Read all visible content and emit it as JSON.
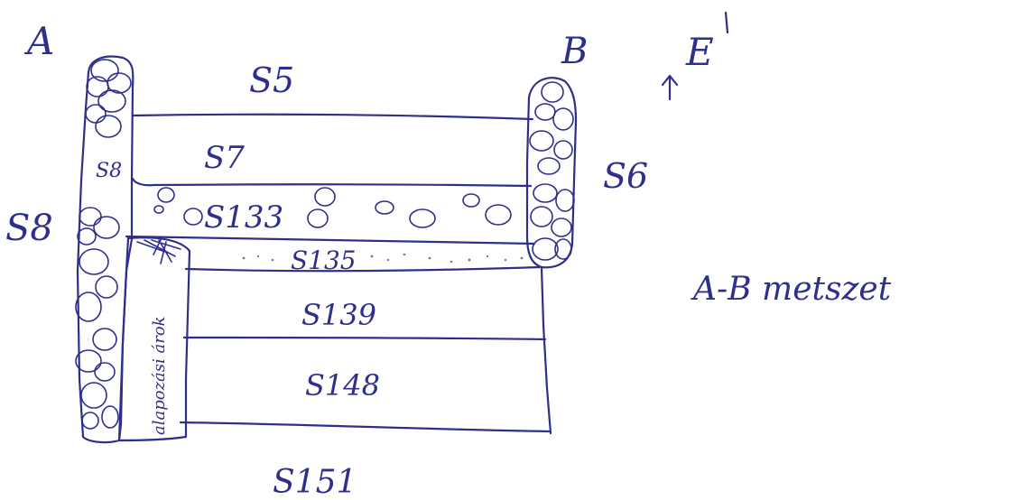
{
  "colors": {
    "ink": "#2e2f8c",
    "paper": "#ffffff"
  },
  "labels": {
    "point_a": "A",
    "point_b": "B",
    "s5": "S5",
    "s7": "S7",
    "s6": "S6",
    "s8": "S8",
    "s8_left": "S8",
    "s133": "S133",
    "s135": "S135",
    "s139": "S139",
    "s148": "S148",
    "s151": "S151",
    "section_note": "A-B metszet",
    "north_marker": "E",
    "north_arrow": "↑",
    "vertical_note": "alapozási árok"
  }
}
